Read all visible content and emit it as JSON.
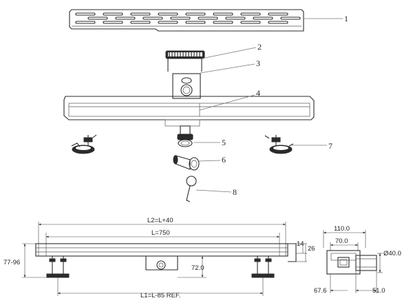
{
  "callouts": [
    "1",
    "2",
    "3",
    "4",
    "5",
    "6",
    "7",
    "8"
  ],
  "dimensions": {
    "l2": "L2=L+40",
    "l": "L=750",
    "l1": "L1=L-85 REF.",
    "height_range": "77-96",
    "d14": "14",
    "d26": "26",
    "d72": "72.0",
    "w110": "110.0",
    "w70": "70.0",
    "dia40": "Ø40.0",
    "d67": "67.6",
    "d51": "51.0"
  }
}
